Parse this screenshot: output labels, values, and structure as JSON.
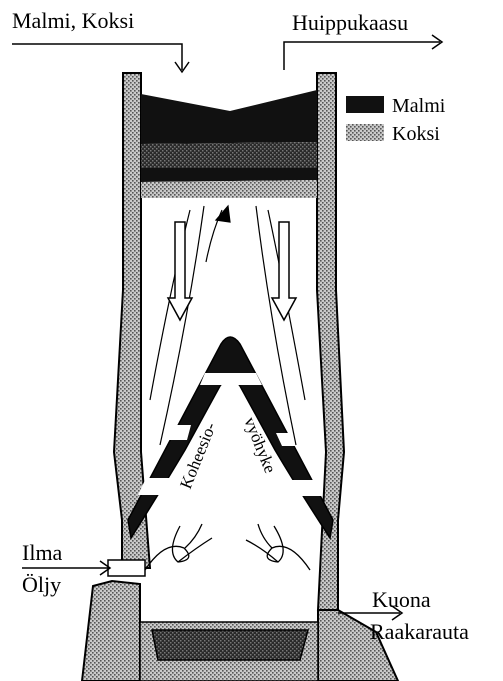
{
  "labels": {
    "input_top": "Malmi, Koksi",
    "top_gas": "Huippukaasu",
    "zone_left": "Koheesio-",
    "zone_right": "vyöhyke",
    "air": "Ilma",
    "oil": "Öljy",
    "slag": "Kuona",
    "pig_iron": "Raakarauta"
  },
  "legend": [
    {
      "label": "Malmi",
      "color": "#111111",
      "pattern": "solid"
    },
    {
      "label": "Koksi",
      "color": "#9a9a9a",
      "pattern": "stipple"
    }
  ]
}
